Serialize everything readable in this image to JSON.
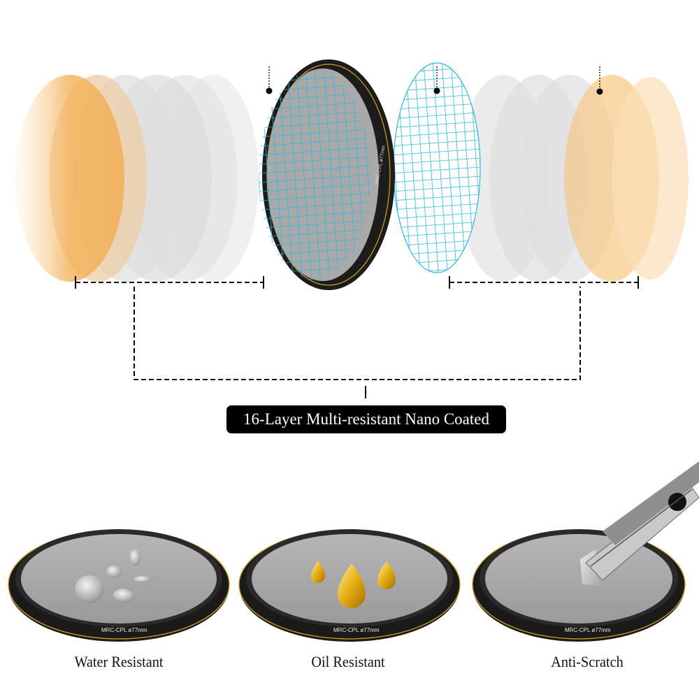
{
  "banner": {
    "label": "16-Layer Multi-resistant Nano Coated"
  },
  "lens_markings": {
    "model": "MRC-CPL",
    "diameter": "ø77mm"
  },
  "features": [
    {
      "label": "Water Resistant",
      "icon": "water-droplets-icon"
    },
    {
      "label": "Oil Resistant",
      "icon": "oil-droplets-icon"
    },
    {
      "label": "Anti-Scratch",
      "icon": "utility-knife-icon"
    }
  ],
  "colors": {
    "coating_orange": "#f5b966",
    "coating_grey": "#d9d9dc",
    "grid_blue": "#29b6e8",
    "ring_black": "#1c1c1c",
    "ring_gold": "#d4a020",
    "glass_grey": "#a9a9a9",
    "oil_gold": "#e6ae12"
  }
}
